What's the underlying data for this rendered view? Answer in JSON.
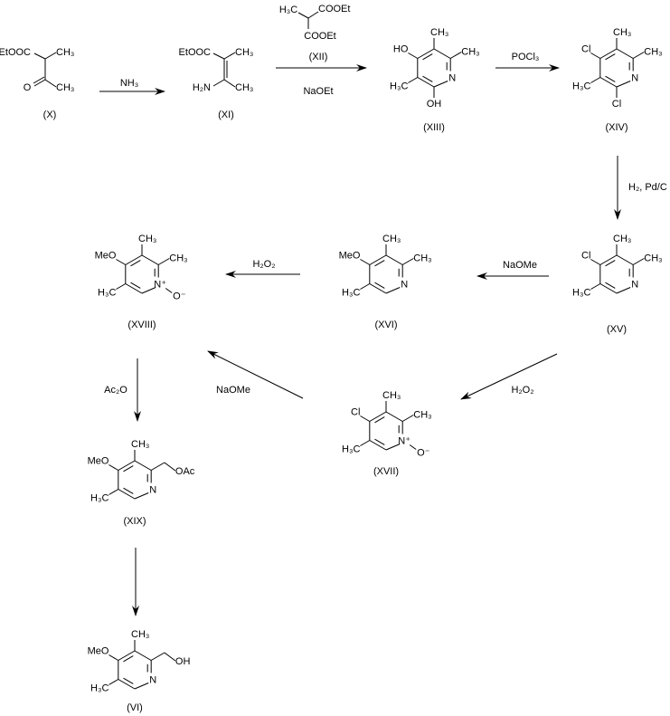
{
  "compounds": {
    "X": {
      "id": "(X)",
      "ester": "EtOOC",
      "me1": "CH₃",
      "oxo": "O",
      "me2": "CH₃"
    },
    "XI": {
      "id": "(XI)",
      "ester": "EtOOC",
      "me1": "CH₃",
      "amine": "H₂N",
      "me2": "CH₃"
    },
    "XII": {
      "id": "(XII)",
      "me": "H₃C",
      "ester1": "COOEt",
      "ester2": "COOEt"
    },
    "XIII": {
      "id": "(XIII)",
      "c3": "CH₃",
      "c2": "CH₃",
      "n": "N",
      "c6": "OH",
      "c5": "H₃C",
      "c4": "HO"
    },
    "XIV": {
      "id": "(XIV)",
      "c3": "CH₃",
      "c2": "CH₃",
      "n": "N",
      "c6": "Cl",
      "c5": "H₃C",
      "c4": "Cl"
    },
    "XV": {
      "id": "(XV)",
      "c3": "CH₃",
      "c2": "CH₃",
      "n": "N",
      "c5": "H₃C",
      "c4": "Cl"
    },
    "XVI": {
      "id": "(XVI)",
      "c3": "CH₃",
      "c2": "CH₃",
      "n": "N",
      "c5": "H₃C",
      "c4": "MeO"
    },
    "XVII": {
      "id": "(XVII)",
      "c3": "CH₃",
      "c2": "CH₃",
      "n": "N⁺",
      "oxide": "O⁻",
      "c5": "H₃C",
      "c4": "Cl"
    },
    "XVIII": {
      "id": "(XVIII)",
      "c3": "CH₃",
      "c2": "CH₃",
      "n": "N⁺",
      "oxide": "O⁻",
      "c5": "H₃C",
      "c4": "MeO"
    },
    "XIX": {
      "id": "(XIX)",
      "c3": "CH₃",
      "c2": "OAc",
      "n": "N",
      "c5": "H₃C",
      "c4": "MeO"
    },
    "VI": {
      "id": "(VI)",
      "c3": "CH₃",
      "c2": "OH",
      "n": "N",
      "c5": "H₃C",
      "c4": "MeO"
    }
  },
  "reagents": {
    "r1": "NH₃",
    "r2": "NaOEt",
    "r3": "POCl₃",
    "r4": "H₂, Pd/C",
    "r5": "NaOMe",
    "r6": "H₂O₂",
    "r7": "H₂O₂",
    "r8": "NaOMe",
    "r9": "Ac₂O"
  }
}
